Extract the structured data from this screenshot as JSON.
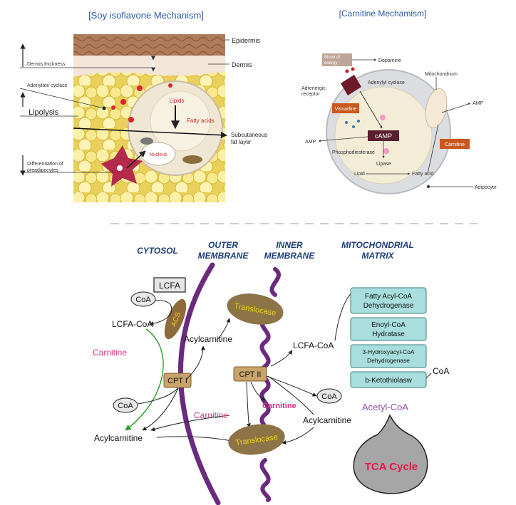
{
  "soy": {
    "title": "[Soy isoflavone Mechanism]",
    "epidermis": "Epidermis",
    "dermis": "Dermis",
    "dermis_thickness": "Dermis thickness",
    "adenylate_cyclase": "Adenylate cyclase",
    "lipolysis": "Lipolysis",
    "lipids": "Lipids",
    "fatty_acids": "Fatty acids",
    "nucleus": "Nucleus",
    "subcutaneous_1": "Subcutaneous",
    "subcutaneous_2": "fat layer",
    "differentiation_1": "Differentiation of",
    "differentiation_2": "preadipocytes"
  },
  "carnitine_mech": {
    "title": "[Carnitine Mechamism]",
    "blood_1": "Blood of",
    "blood_2": "energy",
    "dopamine": "Dopamine",
    "adenylyl_cyclase": "Adenylyl cyclase",
    "adrenergic_1": "Adrenergic",
    "adrenergic_2": "receptor",
    "visnadine": "Visnadine",
    "camp": "cAMP",
    "amp_left": "AMP",
    "phosphodiesterase": "Phosphodiesterase",
    "lipase": "Lipase",
    "lipid": "Lipid",
    "fatty_acid": "Fatty acid",
    "mitochondrium": "Mitochondrium",
    "amp_right": "AMP",
    "carnitine": "Carnitine",
    "adipocyte": "Adipocyte"
  },
  "pathway": {
    "cytosol": "CYTOSOL",
    "outer_1": "OUTER",
    "outer_2": "MEMBRANE",
    "inner_1": "INNER",
    "inner_2": "MEMBRANE",
    "matrix_1": "MITOCHONDRIAL",
    "matrix_2": "MATRIX",
    "lcfa": "LCFA",
    "coa_top": "CoA",
    "acs": "ACS",
    "lcfa_coa_left": "LCFA-CoA",
    "carnitine_left": "Carnitine",
    "cpt1": "CPT I",
    "coa_bottom_left": "CoA",
    "acylcarnitine_bottom_left": "Acylcarnitine",
    "translocase_top": "Translocase",
    "translocase_bottom": "Translocase",
    "acylcarnitine_mid": "Acylcarnitine",
    "cpt2": "CPT II",
    "carnitine_mid1": "Carnitine",
    "carnitine_mid2": "Carnitine",
    "coa_mid": "CoA",
    "acylcarnitine_right": "Acylcarnitine",
    "lcfa_coa_right": "LCFA-CoA",
    "enzyme1_1": "Fatty Acyl-CoA",
    "enzyme1_2": "Dehydrogenase",
    "enzyme2_1": "Enoyl-CoA",
    "enzyme2_2": "Hydratase",
    "enzyme3_1": "3-Hydroxyacyl-CoA",
    "enzyme3_2": "Dehydrogenase",
    "enzyme4": "b-Ketothiolasw",
    "coa_right": "CoA",
    "acetyl_coa": "Acetyl-CoA",
    "tca": "TCA Cycle"
  },
  "colors": {
    "membrane_purple": "#6a2a7e",
    "translocase_brown": "#8c7447",
    "translocase_text": "#f2d21b",
    "carnitine_pink": "#d6337f",
    "enzyme_teal": "#a9dede",
    "tca_red": "#e8174d",
    "title_blue": "#2e5aa6",
    "header_navy": "#1d3d7a",
    "visnadine_orange": "#c9581e"
  }
}
